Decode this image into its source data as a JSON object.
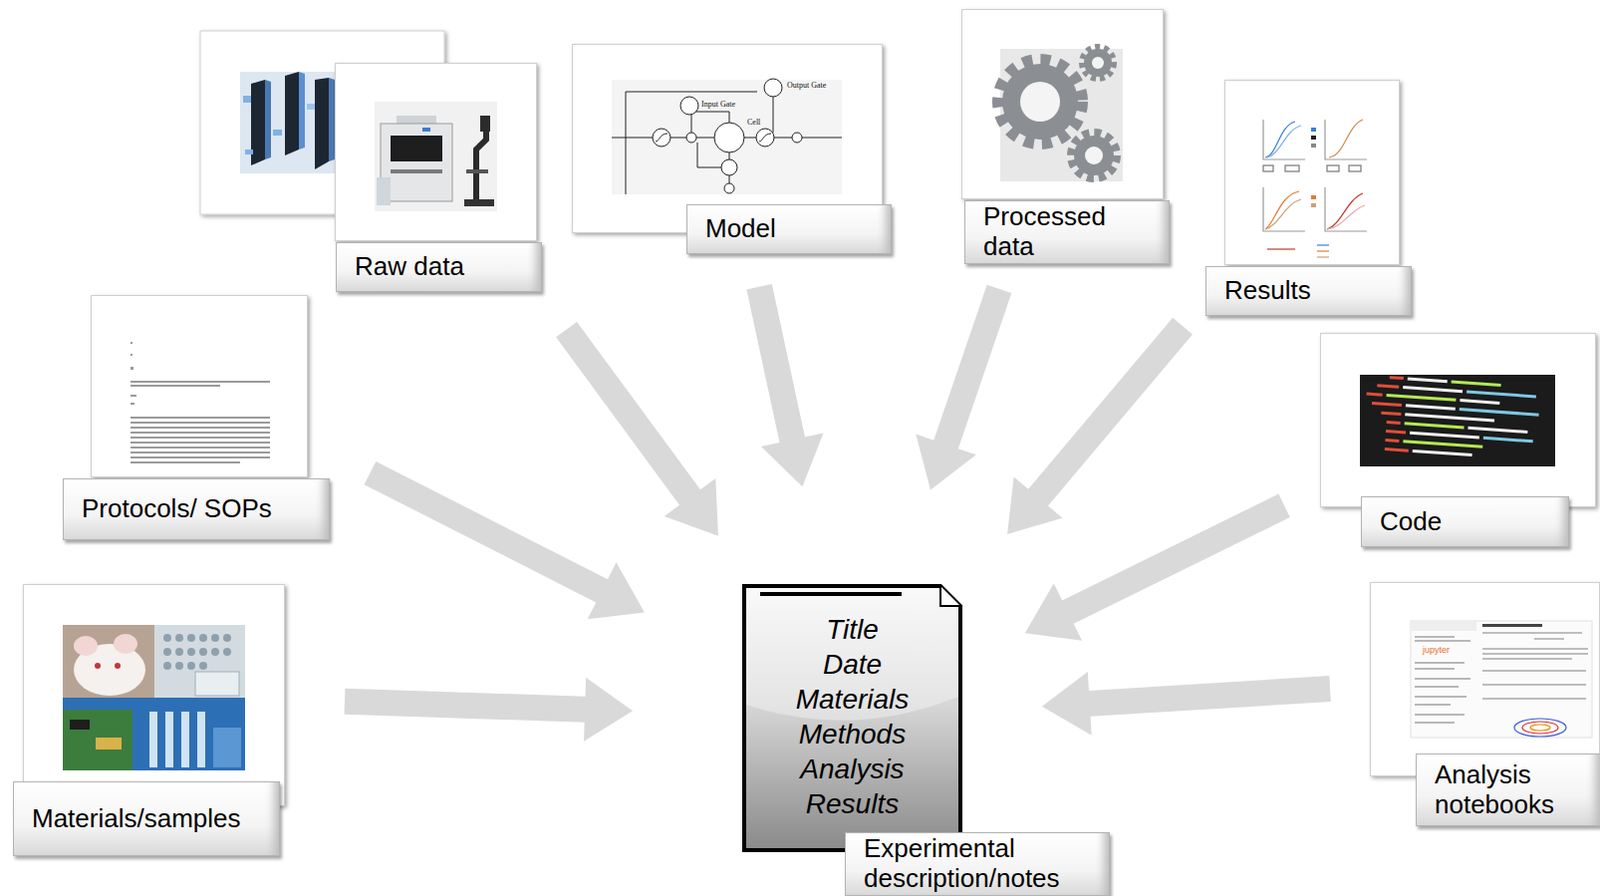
{
  "diagram": {
    "nodes": [
      {
        "text": [
          "Raw data"
        ]
      },
      {
        "text": [
          "Model"
        ]
      },
      {
        "text": [
          "Processed data"
        ]
      },
      {
        "text": [
          "Results"
        ]
      },
      {
        "text": [
          "Protocols/ SOPs"
        ]
      },
      {
        "text": [
          "Code"
        ]
      },
      {
        "text": [
          "Materials/samples"
        ]
      },
      {
        "text": [
          "Analysis notebooks"
        ]
      },
      {
        "text": [
          "Title",
          "Date",
          "Materials",
          "Methods",
          "Analysis",
          "Results",
          "Experimental description/notes"
        ]
      }
    ],
    "edges": [
      {
        "from": 0,
        "to": 8,
        "arrow": "to"
      },
      {
        "from": 1,
        "to": 8,
        "arrow": "to"
      },
      {
        "from": 2,
        "to": 8,
        "arrow": "to"
      },
      {
        "from": 3,
        "to": 8,
        "arrow": "to"
      },
      {
        "from": 4,
        "to": 8,
        "arrow": "to"
      },
      {
        "from": 5,
        "to": 8,
        "arrow": "to"
      },
      {
        "from": 6,
        "to": 8,
        "arrow": "to"
      },
      {
        "from": 7,
        "to": 8,
        "arrow": "to"
      }
    ],
    "labels": [
      "Output Gate",
      "Input Gate",
      "Cell",
      "jupyter"
    ]
  }
}
